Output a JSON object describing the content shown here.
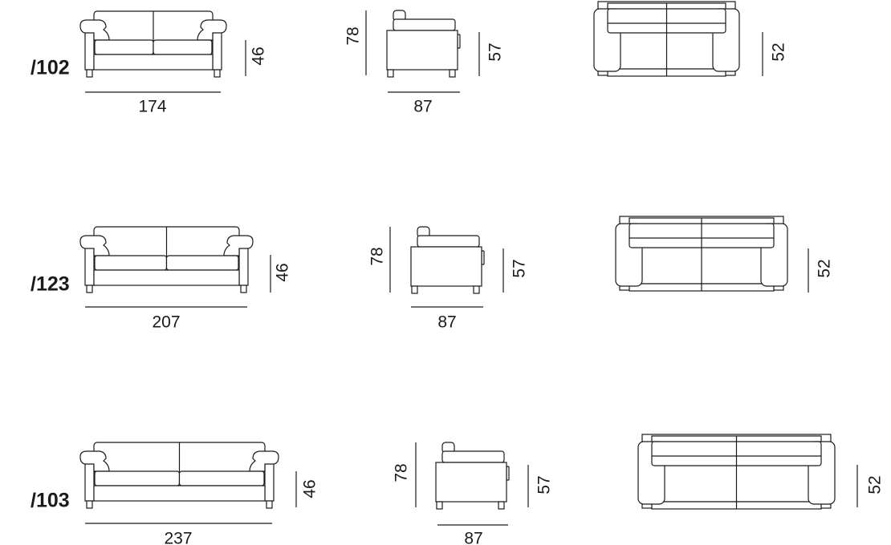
{
  "line_color": "#1a1a1a",
  "rows": [
    {
      "model": "/102",
      "width": "174",
      "seat_height": "46",
      "total_height": "78",
      "arm_height": "57",
      "depth": "87",
      "top_view_dim": "52"
    },
    {
      "model": "/123",
      "width": "207",
      "seat_height": "46",
      "total_height": "78",
      "arm_height": "57",
      "depth": "87",
      "top_view_dim": "52"
    },
    {
      "model": "/103",
      "width": "237",
      "seat_height": "46",
      "total_height": "78",
      "arm_height": "57",
      "depth": "87",
      "top_view_dim": "52"
    }
  ]
}
